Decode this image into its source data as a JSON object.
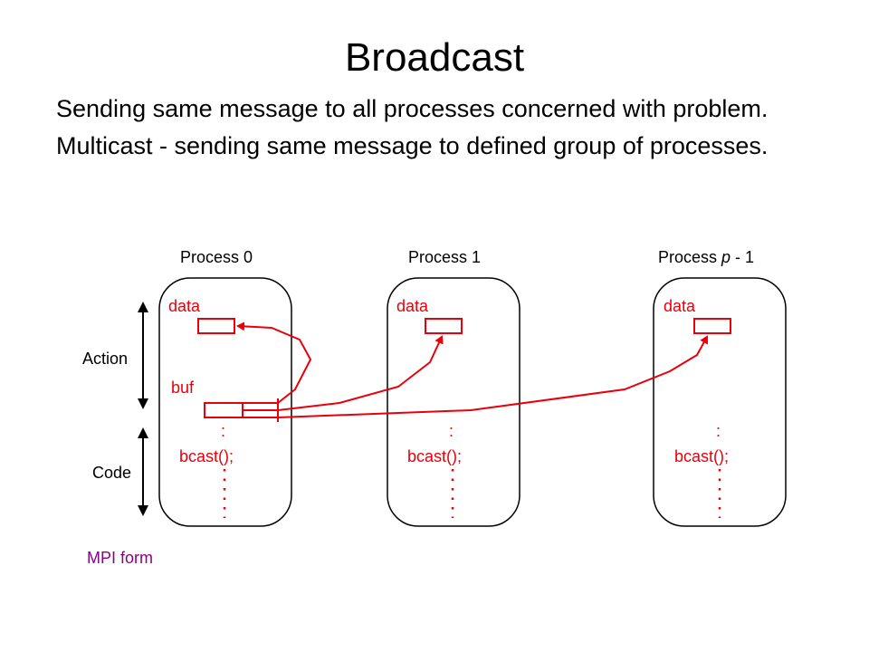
{
  "title": "Broadcast",
  "paragraphs": [
    "Sending same message to all processes concerned with problem.",
    "Multicast - sending same message to defined group of processes."
  ],
  "processes": [
    {
      "label": "Process 0",
      "data_label": "data",
      "buf_label": "buf",
      "code_label": "bcast();"
    },
    {
      "label": "Process 1",
      "data_label": "data",
      "code_label": "bcast();"
    },
    {
      "label_prefix": "Process ",
      "label_var": "p",
      "label_suffix": " - 1",
      "data_label": "data",
      "code_label": "bcast();"
    }
  ],
  "side_labels": {
    "action": "Action",
    "code": "Code"
  },
  "footer": "MPI form",
  "colors": {
    "accent": "#e8000b",
    "footer": "#8a008a"
  }
}
